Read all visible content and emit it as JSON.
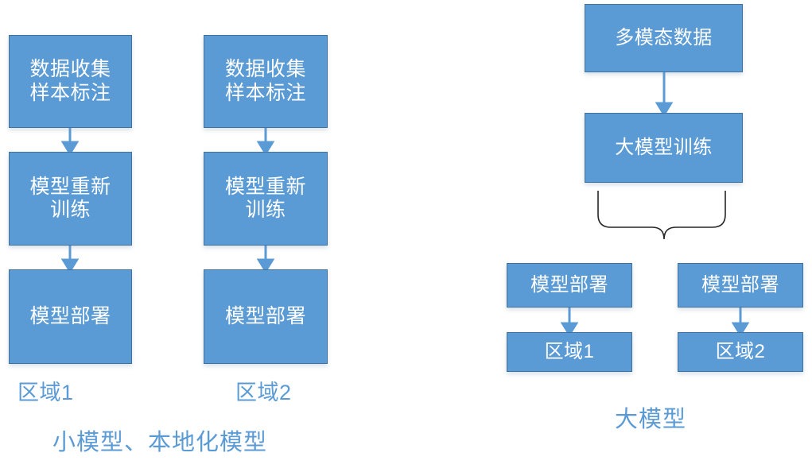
{
  "diagram": {
    "title_left": "小模型、本地化模型",
    "title_right": "大模型",
    "colors": {
      "box_fill": "#5B9BD5",
      "box_border": "#41719C",
      "box_text": "#FFFFFF",
      "caption_text": "#5B9BD5",
      "arrow": "#5B9BD5",
      "brace": "#262626",
      "background": "#FFFFFF"
    },
    "left_section": {
      "columns": [
        {
          "region_label": "区域1",
          "nodes": [
            {
              "text": "数据收集\n样本标注"
            },
            {
              "text": "模型重新\n训练"
            },
            {
              "text": "模型部署"
            }
          ]
        },
        {
          "region_label": "区域2",
          "nodes": [
            {
              "text": "数据收集\n样本标注"
            },
            {
              "text": "模型重新\n训练"
            },
            {
              "text": "模型部署"
            }
          ]
        }
      ]
    },
    "right_section": {
      "top_node": "多模态数据",
      "train_node": "大模型训练",
      "branches": [
        {
          "deploy": "模型部署",
          "region": "区域1"
        },
        {
          "deploy": "模型部署",
          "region": "区域2"
        }
      ]
    }
  }
}
